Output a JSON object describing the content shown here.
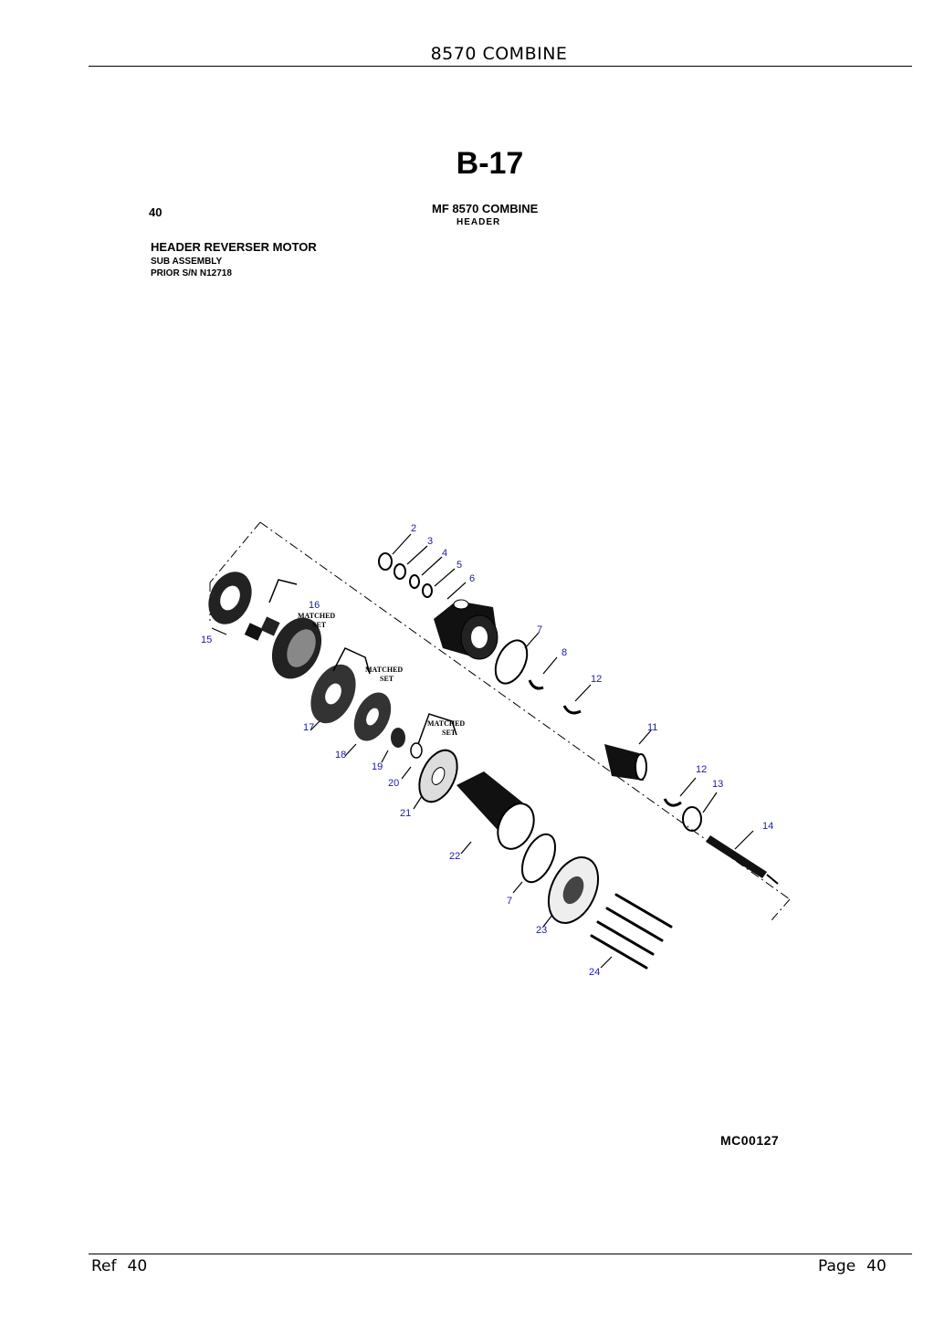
{
  "header": {
    "title": "8570 COMBINE"
  },
  "sheet_id": "B-17",
  "ref_number": "40",
  "model": {
    "name": "MF 8570 COMBINE",
    "section": "HEADER"
  },
  "assembly": {
    "title": "HEADER REVERSER MOTOR",
    "sub1": "SUB ASSEMBLY",
    "sub2": "PRIOR S/N N12718"
  },
  "diagram": {
    "callouts": [
      "2",
      "3",
      "4",
      "5",
      "6",
      "7",
      "8",
      "12",
      "11",
      "12",
      "13",
      "14",
      "15",
      "16",
      "17",
      "18",
      "19",
      "20",
      "21",
      "22",
      "7",
      "23",
      "24"
    ],
    "matched_set_label": "MATCHED SET",
    "callout_color": "#1a1aa6",
    "code": "MC00127"
  },
  "footer": {
    "ref_label": "Ref",
    "ref_value": "40",
    "page_label": "Page",
    "page_value": "40"
  }
}
